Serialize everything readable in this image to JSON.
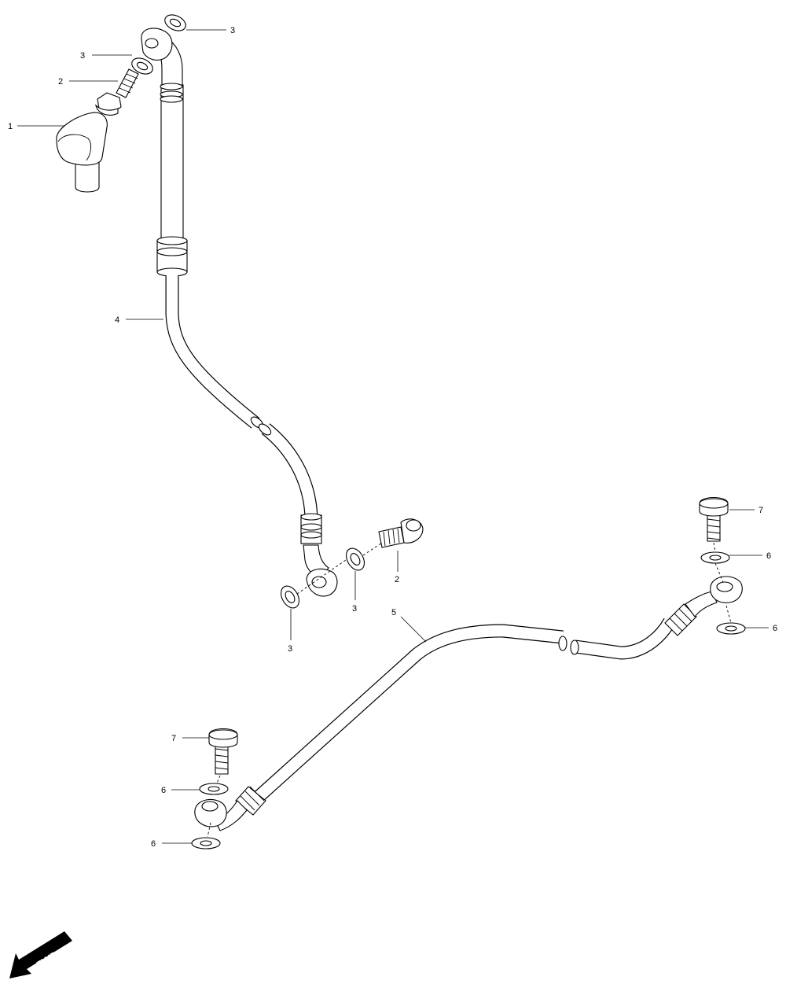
{
  "callouts": [
    {
      "id": "c1",
      "label": "1"
    },
    {
      "id": "c2a",
      "label": "2"
    },
    {
      "id": "c3a",
      "label": "3"
    },
    {
      "id": "c3b",
      "label": "3"
    },
    {
      "id": "c4",
      "label": "4"
    },
    {
      "id": "c2b",
      "label": "2"
    },
    {
      "id": "c3c",
      "label": "3"
    },
    {
      "id": "c3d",
      "label": "3"
    },
    {
      "id": "c5",
      "label": "5"
    },
    {
      "id": "c7a",
      "label": "7"
    },
    {
      "id": "c6a",
      "label": "6"
    },
    {
      "id": "c6b",
      "label": "6"
    },
    {
      "id": "c7b",
      "label": "7"
    },
    {
      "id": "c6c",
      "label": "6"
    },
    {
      "id": "c6d",
      "label": "6"
    }
  ],
  "direction_badge": {
    "label": "FWD"
  }
}
